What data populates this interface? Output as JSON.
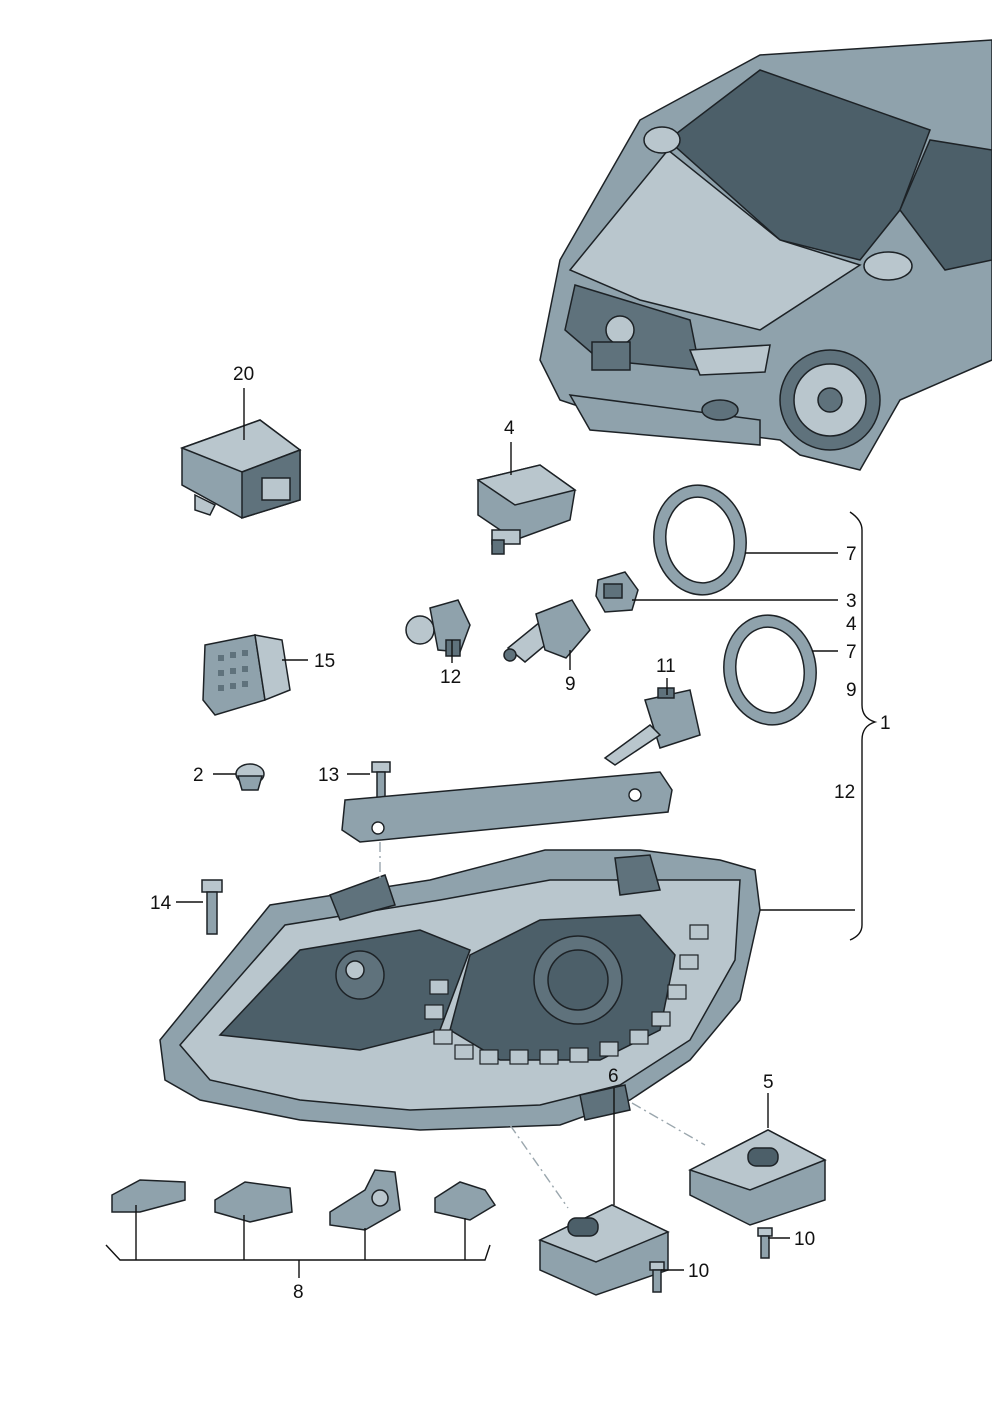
{
  "callouts": {
    "n20": "20",
    "n4_top": "4",
    "n7_top": "7",
    "n3": "3",
    "n4_mid": "4",
    "n7_mid": "7",
    "n9_right": "9",
    "n15": "15",
    "n12_bulb": "12",
    "n9_bulb": "9",
    "n11": "11",
    "n1": "1",
    "n12_right": "12",
    "n2": "2",
    "n13": "13",
    "n14": "14",
    "n5": "5",
    "n6": "6",
    "n10_a": "10",
    "n10_b": "10",
    "n8": "8"
  },
  "colors": {
    "metal": "#8fa2ac",
    "metal_light": "#b9c6cd",
    "metal_dark": "#5f727c",
    "glass": "#4c5f69",
    "outline": "#1d2226"
  }
}
